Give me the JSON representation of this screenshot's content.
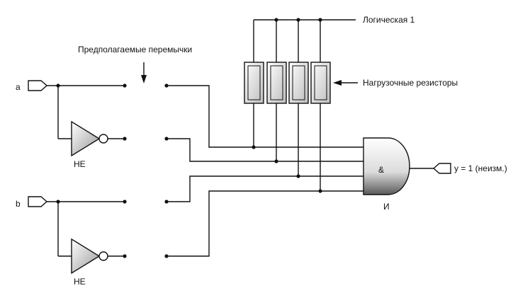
{
  "labels": {
    "input_a": "a",
    "input_b": "b",
    "jumpers": "Предполагаемые перемычки",
    "logic_one": "Логическая 1",
    "resistors": "Нагрузочные резисторы",
    "not_gate": "НЕ",
    "and_symbol": "&",
    "and_gate": "И",
    "output": "y = 1 (неизм.)"
  }
}
